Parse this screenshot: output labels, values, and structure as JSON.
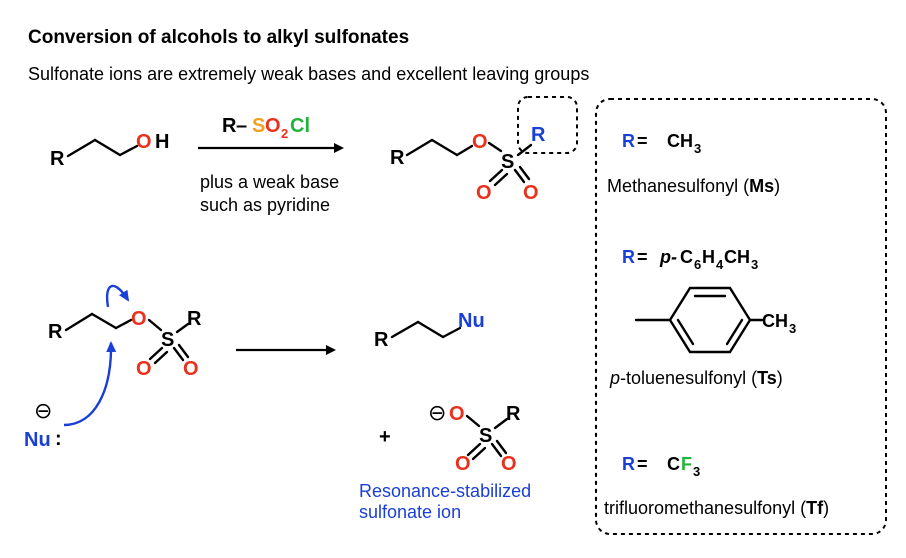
{
  "title": "Conversion of alcohols to alkyl sulfonates",
  "subtitle": "Sulfonate ions are extremely weak bases and excellent leaving groups",
  "atoms": {
    "R": "R",
    "O": "O",
    "H": "H",
    "S": "S",
    "Cl": "Cl",
    "Nu": "Nu",
    "C": "C",
    "F": "F",
    "two": "2",
    "three": "3",
    "six": "6",
    "four": "4",
    "dash": "–",
    "plus": "+",
    "minus": "⊖",
    "colon": ":"
  },
  "reagent_note_line1": "plus a weak base",
  "reagent_note_line2": "such as pyridine",
  "resonance_line1": "Resonance-stabilized",
  "resonance_line2": "sulfonate ion",
  "panel": {
    "r_equals": "R =",
    "r_equals_p": "R = ",
    "p_prefix": "p",
    "ms_ch": "CH",
    "ms_name": "Methanesulfonyl (",
    "ms_abbr": "Ms",
    "close_paren": ")",
    "ts_p_dash": "p-",
    "ts_c6": "C",
    "ts_h4": "H",
    "ts_ch3": "CH",
    "ts_ring_ch": "CH",
    "ts_name": "-toluenesulfonyl (",
    "ts_abbr": "Ts",
    "tf_c": "C",
    "tf_f": "F",
    "tf_name": "trifluoromethanesulfonyl (",
    "tf_abbr": "Tf"
  }
}
